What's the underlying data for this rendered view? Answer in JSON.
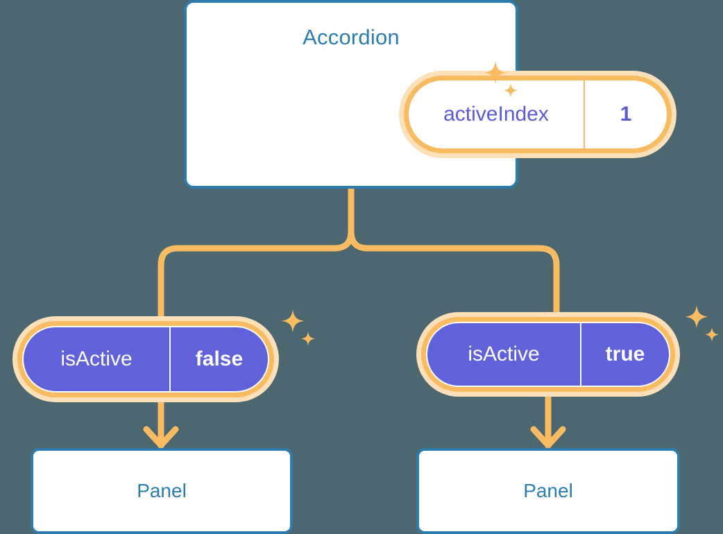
{
  "diagram": {
    "title": "Accordion component tree",
    "background_color": "#4c676f",
    "colors": {
      "card_border": "#2e7cae",
      "card_title_text": "#2e7cae",
      "connector": "#f8bb61",
      "pill_ring_outer": "#fbe0b9",
      "pill_ring_inner": "#f8bb61",
      "pill_purple_fill": "#6161d9",
      "pill_white_fill": "#ffffff",
      "pill_white_text": "#5b5bd6",
      "pill_purple_text": "#ffffff",
      "sparkle": "#f8bb61"
    }
  },
  "root": {
    "card_label": "Accordion",
    "state_pill": {
      "key": "activeIndex",
      "value": "1",
      "style": "white"
    }
  },
  "branches": [
    {
      "side": "left",
      "state_pill": {
        "key": "isActive",
        "value": "false",
        "style": "purple"
      },
      "child_label": "Panel"
    },
    {
      "side": "right",
      "state_pill": {
        "key": "isActive",
        "value": "true",
        "style": "purple"
      },
      "child_label": "Panel"
    }
  ],
  "sparkles": {
    "icon_name": "sparkle-icon",
    "count_per_group": 2
  }
}
